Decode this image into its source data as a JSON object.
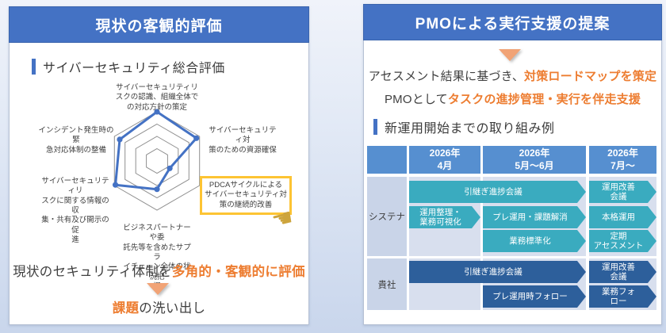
{
  "left_panel": {
    "title": "現状の客観的評価",
    "section_title": "サイバーセキュリティ総合評価",
    "eval_line": [
      {
        "t": "現状のセキュリティ体制を"
      },
      {
        "t": "多角的・客観的に評価",
        "accent": true
      }
    ],
    "issues_line": [
      {
        "t": "課題",
        "accent": true
      },
      {
        "t": "の洗い出し"
      }
    ]
  },
  "right_panel": {
    "title": "PMOによる実行支援の提案",
    "lead_lines": [
      [
        {
          "t": "アセスメント結果に基づき、"
        },
        {
          "t": "対策ロードマップを策定",
          "accent": true
        }
      ],
      [
        {
          "t": "PMOとして"
        },
        {
          "t": "タスクの進捗管理・実行を伴走支援",
          "accent": true
        }
      ]
    ],
    "section_title": "新運用開始までの取り組み例"
  },
  "icons": {
    "hand_pointer": "☚",
    "down_triangle": "▼"
  },
  "colors": {
    "header_blue": "#4472c4",
    "table_header_blue": "#568fd0",
    "accent_orange": "#ed7d31",
    "triangle_peach": "#f1a376",
    "highlight_yellow": "#fdc433",
    "hand_gold": "#cda43c",
    "teal_bar": "#3aabbf",
    "dark_blue_bar": "#2d5f9b",
    "row_label_bg": "#c9d4e8",
    "row_band_bg": "#d8dfee",
    "radar_line": "#4472c4"
  },
  "chart_data": [
    {
      "type": "radar",
      "title": "サイバーセキュリティ総合評価",
      "rings": 4,
      "max": 4,
      "line_color": "#4472c4",
      "grid_color": "#8f8f8f",
      "axes": [
        {
          "label": "サイバーセキュリティリスクの認識、組織全体での対応方針の策定",
          "display": "サイバーセキュリティリ\nスクの認識、組織全体で\nの対応方針の策定",
          "value": 4.0,
          "highlight": false
        },
        {
          "label": "サイバーセキュリティ対策のための資源確保",
          "display": "サイバーセキュリティ対\n策のための資源確保",
          "value": 3.7,
          "highlight": false
        },
        {
          "label": "PDCAサイクルによるサイバーセキュリティ対策の継続的改善",
          "display": "PDCAサイクルによる\nサイバーセキュリティ対\n策の継続的改善",
          "value": 1.2,
          "highlight": true
        },
        {
          "label": "ビジネスパートナーや委託先等を含めたサプライチェーン全体の状況把握",
          "display": "ビジネスパートナーや委\n託先等を含めたサプラ\nイチェーン全体の状況把\n握",
          "value": 2.3,
          "highlight": false
        },
        {
          "label": "サイバーセキュリティリスクに関する情報の収集・共有及び開示の促進",
          "display": "サイバーセキュリティリ\nスクに関する情報の収\n集・共有及び開示の促\n進",
          "value": 3.9,
          "highlight": false
        },
        {
          "label": "インシデント発生時の緊急対応体制の整備",
          "display": "インシデント発生時の緊\n急対応体制の整備",
          "value": 3.5,
          "highlight": false
        }
      ]
    },
    {
      "type": "table-timeline",
      "columns": [
        "2026年\n4月",
        "2026年\n5月～6月",
        "2026年\n7月～"
      ],
      "rows": [
        {
          "name": "システナ",
          "bar_color": "#3aabbf",
          "bars": [
            {
              "label": "引継ぎ進捗会議",
              "col_start": 0,
              "col_end": 1,
              "lane": 0
            },
            {
              "label": "運用改善\n会議",
              "col_start": 2,
              "col_end": 2,
              "lane": 0
            },
            {
              "label": "運用整理・\n業務可視化",
              "col_start": 0,
              "col_end": 0,
              "lane": 1
            },
            {
              "label": "プレ運用・課題解消",
              "col_start": 1,
              "col_end": 1,
              "lane": 1
            },
            {
              "label": "本格運用",
              "col_start": 2,
              "col_end": 2,
              "lane": 1
            },
            {
              "label": "業務標準化",
              "col_start": 1,
              "col_end": 1,
              "lane": 2
            },
            {
              "label": "定期\nアセスメント",
              "col_start": 2,
              "col_end": 2,
              "lane": 2
            }
          ]
        },
        {
          "name": "貴社",
          "bar_color": "#2d5f9b",
          "bars": [
            {
              "label": "引継ぎ進捗会議",
              "col_start": 0,
              "col_end": 1,
              "lane": 0
            },
            {
              "label": "運用改善\n会議",
              "col_start": 2,
              "col_end": 2,
              "lane": 0
            },
            {
              "label": "プレ運用時フォロー",
              "col_start": 1,
              "col_end": 1,
              "lane": 1
            },
            {
              "label": "業務フォ\nロー",
              "col_start": 2,
              "col_end": 2,
              "lane": 1
            }
          ]
        }
      ]
    }
  ]
}
